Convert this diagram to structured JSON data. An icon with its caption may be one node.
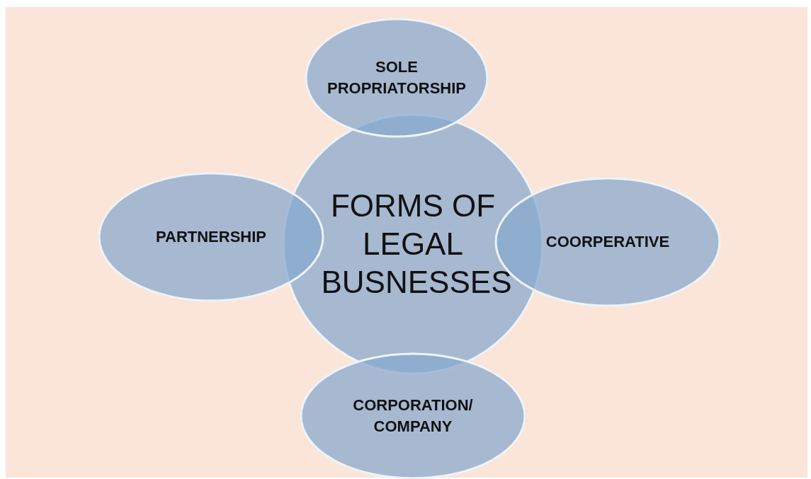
{
  "diagram": {
    "nodes": [
      {
        "text": [
          "FORMS OF LEGAL BUSNESSES"
        ]
      },
      {
        "text": [
          "SOLE PROPRIATORSHIP"
        ]
      },
      {
        "text": [
          "PARTNERSHIP"
        ]
      },
      {
        "text": [
          "COORPERATIVE"
        ]
      },
      {
        "text": [
          "CORPORATION/ COMPANY"
        ]
      }
    ],
    "edges": []
  }
}
